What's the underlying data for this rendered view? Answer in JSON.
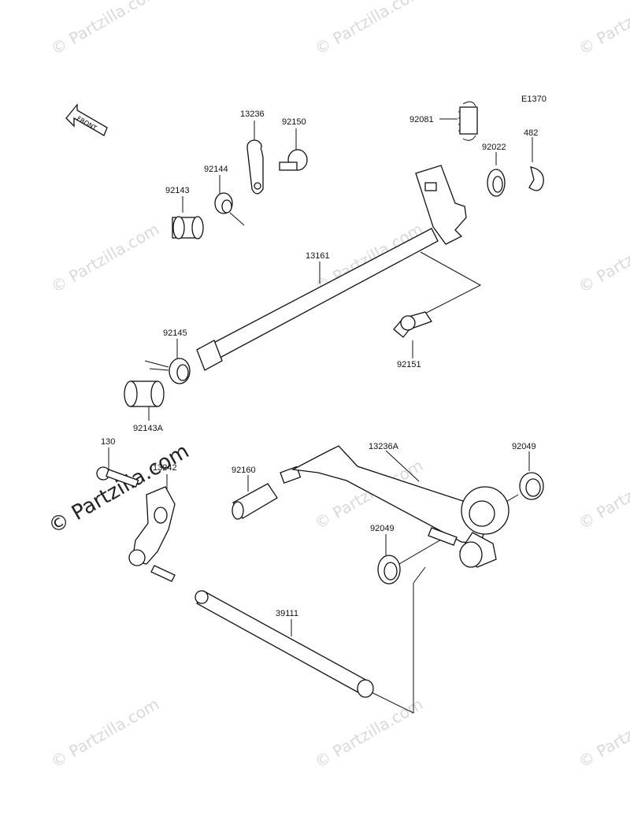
{
  "diagram_code": "E1370",
  "front_label": "FRONT",
  "watermark": "© Partzilla.com",
  "watermark_big": "© Partzilla.com",
  "callouts": {
    "p13236": "13236",
    "p92150": "92150",
    "p92081": "92081",
    "p92022": "92022",
    "p482": "482",
    "p92144": "92144",
    "p92143": "92143",
    "p13161": "13161",
    "p92145": "92145",
    "p92151": "92151",
    "p92143A": "92143A",
    "p130": "130",
    "p13242": "13242",
    "p92160": "92160",
    "p13236A": "13236A",
    "p92049a": "92049",
    "p92049b": "92049",
    "p39111": "39111"
  }
}
